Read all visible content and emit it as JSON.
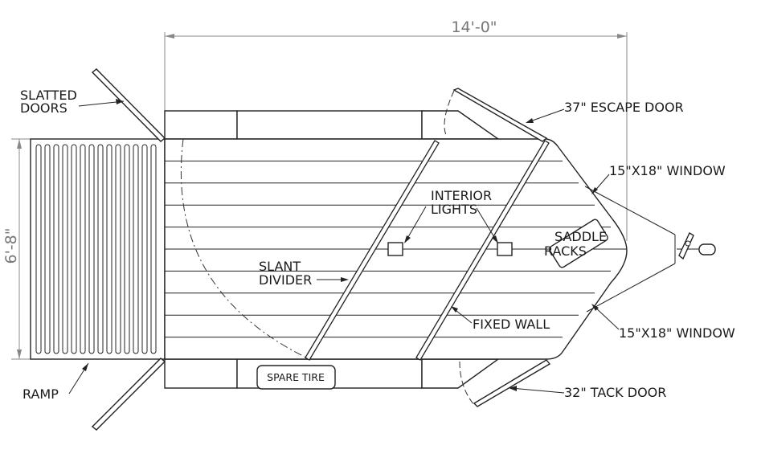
{
  "dimensions": {
    "length": "14'-0\"",
    "width": "6'-8\""
  },
  "labels": {
    "slatted_doors": [
      "SLATTED",
      "DOORS"
    ],
    "ramp": "RAMP",
    "slant_divider": [
      "SLANT",
      "DIVIDER"
    ],
    "interior_lights": [
      "INTERIOR",
      "LIGHTS"
    ],
    "saddle_racks": [
      "SADDLE",
      "RACKS"
    ],
    "fixed_wall": "FIXED WALL",
    "escape_door": "37\" ESCAPE DOOR",
    "window_top": "15\"X18\" WINDOW",
    "window_bottom": "15\"X18\" WINDOW",
    "tack_door": "32\" TACK DOOR",
    "spare_tire": "SPARE TIRE"
  }
}
